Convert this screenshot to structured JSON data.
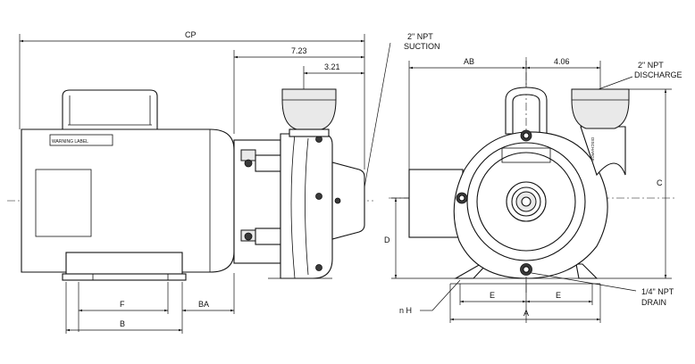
{
  "labels": {
    "cp": "CP",
    "dim_723": "7.23",
    "dim_321": "3.21",
    "suction_line1": "2\" NPT",
    "suction_line2": "SUCTION",
    "ab": "AB",
    "dim_406": "4.06",
    "discharge_line1": "2\" NPT",
    "discharge_line2": "DISCHARGE",
    "c": "C",
    "d": "D",
    "f": "F",
    "b": "B",
    "ba": "BA",
    "nh": "n H",
    "e_left": "E",
    "e_right": "E",
    "a": "A",
    "drain_line1": "1/4\" NPT",
    "drain_line2": "DRAIN",
    "warning_label": "WARNING LABEL"
  },
  "colors": {
    "line": "#111111",
    "shade": "#e9e9e9",
    "dark": "#3a3a3a"
  }
}
